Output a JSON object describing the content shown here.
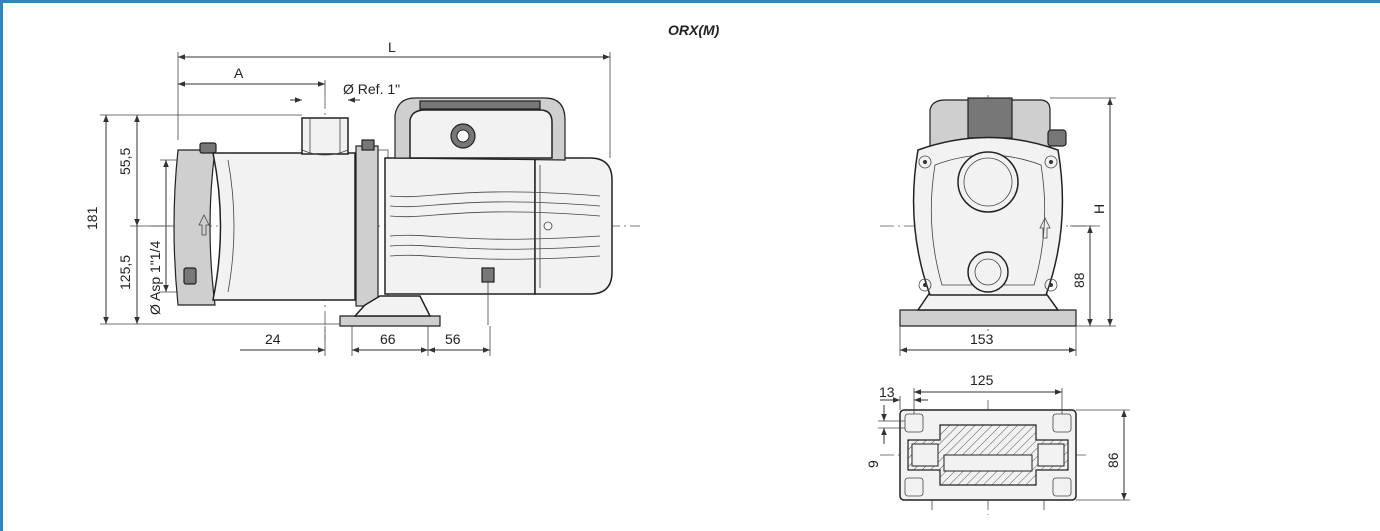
{
  "title": "ORX(M)",
  "dims": {
    "L": "L",
    "A": "A",
    "ref": "Ø Ref. 1\"",
    "d181": "181",
    "d55_5": "55,5",
    "d125_5": "125,5",
    "asp": "Ø Asp 1\"1/4",
    "d24": "24",
    "d66": "66",
    "d56": "56",
    "H": "H",
    "d88": "88",
    "d153": "153",
    "d125": "125",
    "d13": "13",
    "d9": "9",
    "d86": "86"
  },
  "colors": {
    "frame": "#2f86c1",
    "line": "#333333"
  }
}
